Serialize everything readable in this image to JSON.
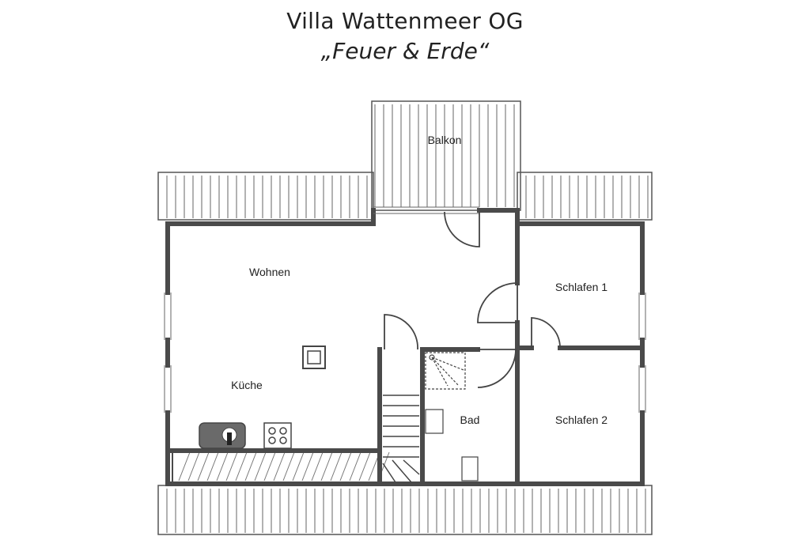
{
  "header": {
    "title": "Villa Wattenmeer OG",
    "subtitle": "„Feuer & Erde“"
  },
  "rooms": {
    "balkon": "Balkon",
    "wohnen": "Wohnen",
    "kueche": "Küche",
    "schlafen1": "Schlafen 1",
    "schlafen2": "Schlafen 2",
    "bad": "Bad"
  },
  "colors": {
    "wall": "#4a4a4a",
    "roof_line": "#555555",
    "fixture_fill": "#6a6a6a"
  }
}
